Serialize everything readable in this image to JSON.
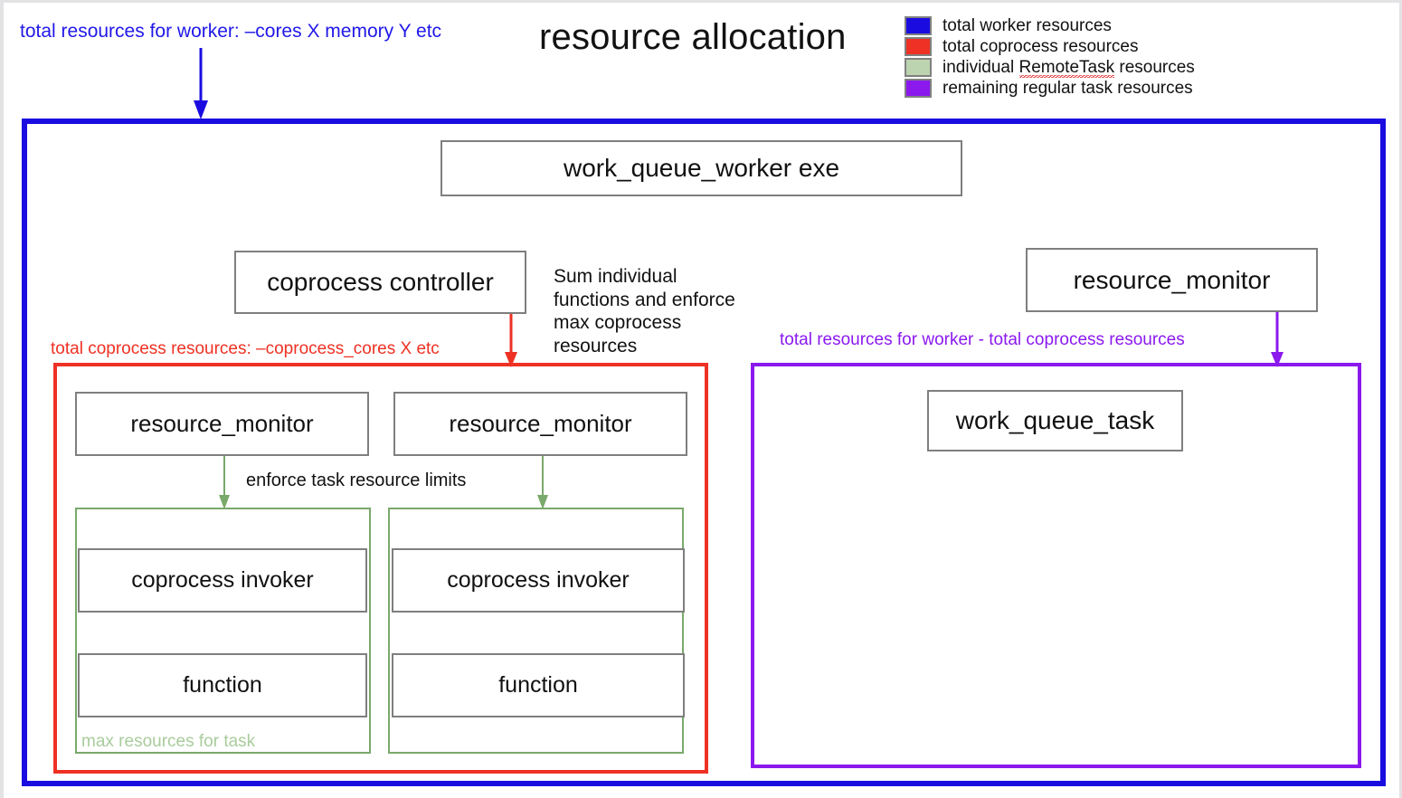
{
  "page": {
    "title": "resource allocation",
    "top_note": "total resources for worker: –cores X memory Y etc"
  },
  "legend": {
    "items": [
      {
        "label": "total worker resources",
        "color": "#1a0ce0",
        "icon": "legend-swatch-blue"
      },
      {
        "label": "total coprocess resources",
        "color": "#ee3124",
        "icon": "legend-swatch-red"
      },
      {
        "label": "individual RemoteTask resources",
        "color": "#bcd4b0",
        "icon": "legend-swatch-green"
      },
      {
        "label": "remaining regular task resources",
        "color": "#8b19ee",
        "icon": "legend-swatch-purple"
      }
    ],
    "remote_task_prefix": "individual ",
    "remote_task_word": "RemoteTask",
    "remote_task_suffix": " resources"
  },
  "frames": {
    "worker": {
      "label": "",
      "color": "#1a0ce0"
    },
    "coprocess": {
      "label": "total coprocess resources: –coprocess_cores X etc",
      "color": "#ee3124"
    },
    "regular_task": {
      "label": "total resources for worker - total coprocess resources",
      "color": "#8b19ee"
    },
    "remote_task": {
      "label": "max resources for task",
      "color": "#79a96b"
    }
  },
  "boxes": {
    "worker_exe": "work_queue_worker exe",
    "coprocess_controller": "coprocess controller",
    "resource_monitor_right": "resource_monitor",
    "resource_monitor_1": "resource_monitor",
    "resource_monitor_2": "resource_monitor",
    "work_queue_task": "work_queue_task",
    "coprocess_invoker_1": "coprocess invoker",
    "coprocess_invoker_2": "coprocess invoker",
    "function_1": "function",
    "function_2": "function"
  },
  "notes": {
    "sum_individual": "Sum individual functions and enforce max coprocess resources",
    "enforce_limits": "enforce task resource limits"
  },
  "arrows": {
    "blue_down": {
      "color": "#1a0ce0",
      "icon": "arrow-down-icon"
    },
    "red_down": {
      "color": "#ee3124",
      "icon": "arrow-down-icon"
    },
    "purple_down": {
      "color": "#8b19ee",
      "icon": "arrow-down-icon"
    },
    "green_down_1": {
      "color": "#79a96b",
      "icon": "arrow-down-icon"
    },
    "green_down_2": {
      "color": "#79a96b",
      "icon": "arrow-down-icon"
    }
  }
}
